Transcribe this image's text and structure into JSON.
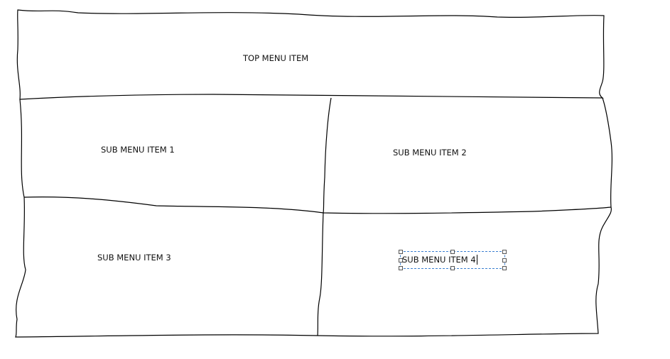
{
  "top_item": {
    "label": "TOP MENU ITEM"
  },
  "sub_items": [
    {
      "label": "SUB MENU ITEM 1"
    },
    {
      "label": "SUB MENU ITEM 2"
    },
    {
      "label": "SUB MENU ITEM 3"
    },
    {
      "label": "SUB MENU ITEM 4"
    }
  ]
}
